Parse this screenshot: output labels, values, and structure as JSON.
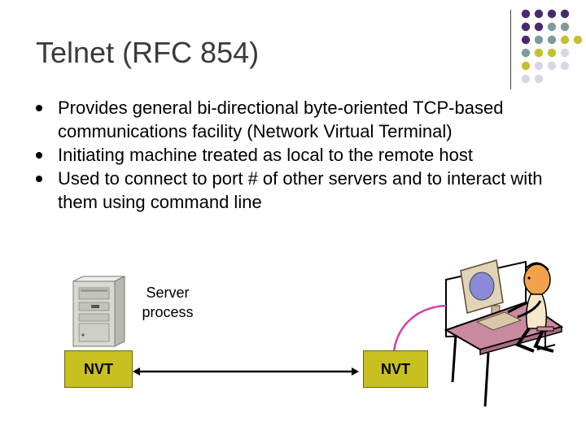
{
  "slide": {
    "title": "Telnet (RFC 854)",
    "bullets": [
      "Provides general bi-directional byte-oriented TCP-based communications facility (Network Virtual Terminal)",
      "Initiating machine treated as local to the remote host",
      "Used to connect to port # of other servers and to interact with them using command line"
    ]
  },
  "diagram": {
    "server_label_line1": "Server",
    "server_label_line2": "process",
    "nvt_left": "NVT",
    "nvt_right": "NVT",
    "icons": [
      "server-tower-icon",
      "person-at-computer-icon"
    ]
  },
  "colors": {
    "title": "#3a3a3a",
    "nvt_fill": "#c7c020",
    "arrow": "#d63bb0",
    "dot_purple": "#4a2a6e",
    "dot_teal": "#7f9a98",
    "dot_yellow": "#c4c030",
    "dot_lavender": "#d8d6e6"
  }
}
